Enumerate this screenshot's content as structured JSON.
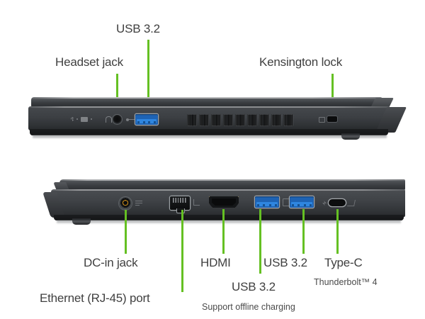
{
  "image": {
    "subject": "Laptop side port diagram (two views)",
    "accent_color": "#65c023",
    "text_color": "#404040",
    "background_color": "#ffffff",
    "chassis_color": "#3c3f43",
    "usb_port_color": "#1e63b4",
    "hdmi_port_color": "#c8b87f"
  },
  "top_view": {
    "name": "upper-laptop-edge-view",
    "labels": [
      {
        "id": "usb32-top",
        "text": "USB 3.2",
        "icon": "usb-a-port-icon"
      },
      {
        "id": "headset-jack",
        "text": "Headset jack",
        "icon": "headphone-jack-icon"
      },
      {
        "id": "kensington",
        "text": "Kensington lock",
        "icon": "lock-slot-icon"
      }
    ],
    "features": [
      "status-led-indicators",
      "exhaust-vent",
      "kensington-lock-slot"
    ]
  },
  "bottom_view": {
    "name": "lower-laptop-edge-view",
    "labels": [
      {
        "id": "dc-in",
        "text": "DC-in jack",
        "icon": "dc-power-jack-icon"
      },
      {
        "id": "ethernet",
        "text": "Ethernet (RJ-45) port",
        "icon": "rj45-port-icon"
      },
      {
        "id": "hdmi",
        "text": "HDMI",
        "icon": "hdmi-port-icon"
      },
      {
        "id": "usb32-a",
        "text": "USB 3.2",
        "icon": "usb-a-port-icon",
        "note": "Support offline charging"
      },
      {
        "id": "usb32-b",
        "text": "USB 3.2",
        "icon": "usb-a-port-icon"
      },
      {
        "id": "type-c",
        "text": "Type-C",
        "icon": "usb-c-port-icon",
        "note": "Thunderbolt™ 4"
      }
    ]
  },
  "notes": {
    "offline_charging": "Support offline charging",
    "thunderbolt": "Thunderbolt™ 4"
  }
}
